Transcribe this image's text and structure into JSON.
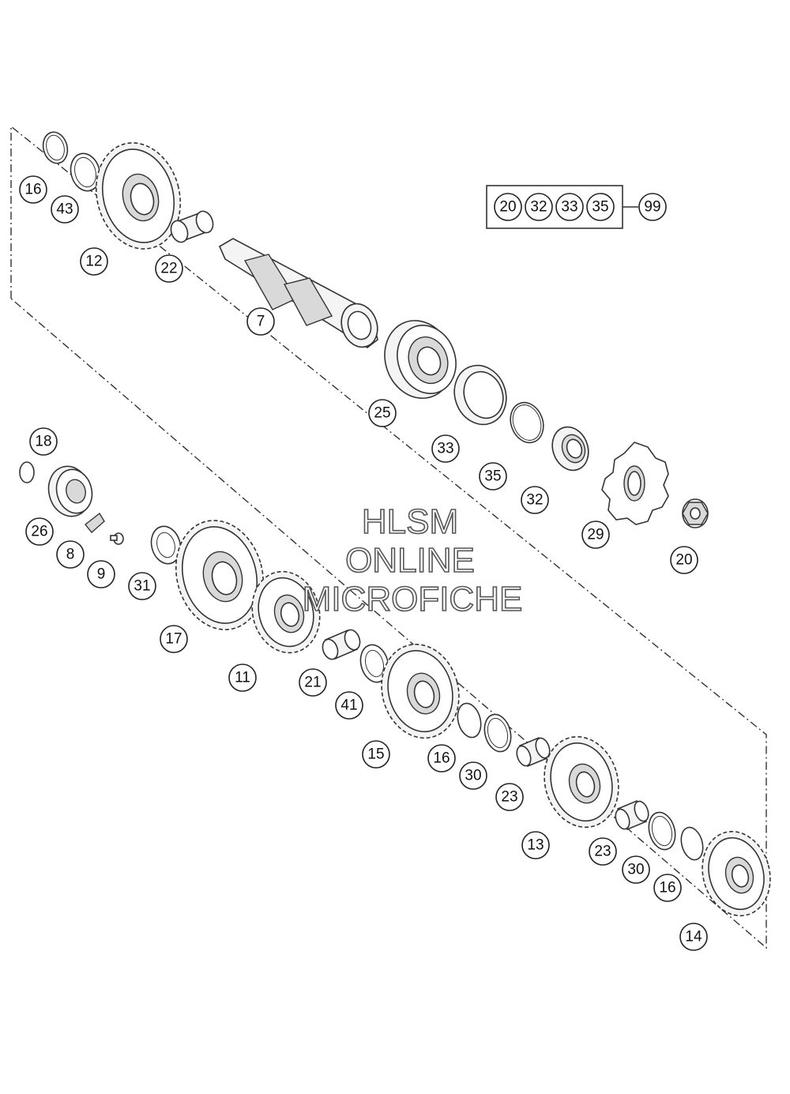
{
  "callouts": {
    "c16a": "16",
    "c43": "43",
    "c12": "12",
    "c22": "22",
    "c7": "7",
    "c25": "25",
    "c33": "33",
    "c35": "35",
    "c32": "32",
    "c29": "29",
    "c20": "20",
    "c18": "18",
    "c26": "26",
    "c8": "8",
    "c9": "9",
    "c31": "31",
    "c17": "17",
    "c11": "11",
    "c21": "21",
    "c41": "41",
    "c15": "15",
    "c16b": "16",
    "c30a": "30",
    "c23a": "23",
    "c13": "13",
    "c23b": "23",
    "c30b": "30",
    "c16c": "16",
    "c14": "14"
  },
  "kit": {
    "items": [
      "20",
      "32",
      "33",
      "35"
    ],
    "result": "99"
  },
  "watermark": {
    "line1": "HLSM",
    "line2": "ONLINE",
    "line3": "MICROFICHE"
  }
}
